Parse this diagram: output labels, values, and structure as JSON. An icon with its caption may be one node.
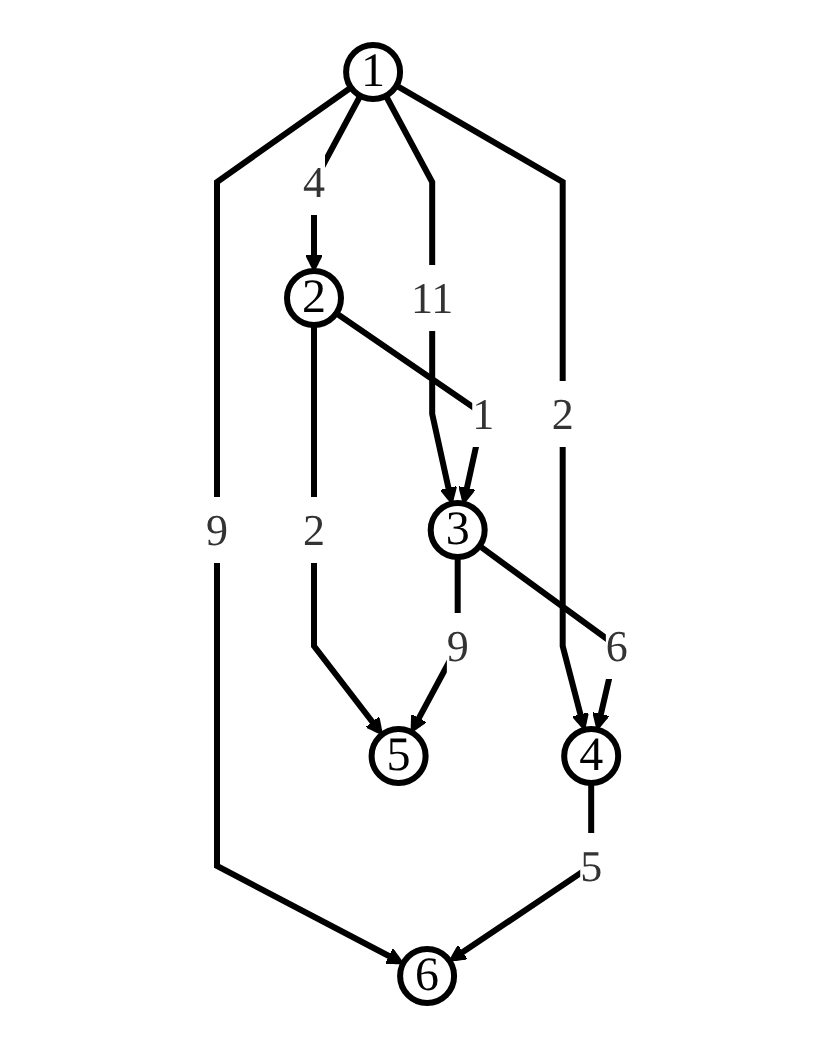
{
  "diagram": {
    "nodes": [
      {
        "text": [
          "6"
        ]
      },
      {
        "text": [
          "1"
        ]
      },
      {
        "text": [
          "4"
        ]
      },
      {
        "text": [
          "2"
        ]
      },
      {
        "text": [
          "3"
        ]
      },
      {
        "text": [
          "5"
        ]
      }
    ],
    "edges": [
      {
        "from": 1,
        "to": 0,
        "arrow": "to",
        "label": "9"
      },
      {
        "from": 1,
        "to": 2,
        "arrow": "to",
        "label": "2"
      },
      {
        "from": 1,
        "to": 3,
        "arrow": "to",
        "label": "4"
      },
      {
        "from": 1,
        "to": 4,
        "arrow": "to",
        "label": "11"
      },
      {
        "from": 3,
        "to": 4,
        "arrow": "to",
        "label": "1"
      },
      {
        "from": 3,
        "to": 5,
        "arrow": "to",
        "label": "2"
      },
      {
        "from": 4,
        "to": 5,
        "arrow": "to",
        "label": "9"
      },
      {
        "from": 4,
        "to": 2,
        "arrow": "to",
        "label": "6"
      },
      {
        "from": 2,
        "to": 0,
        "arrow": "to",
        "label": "5"
      }
    ]
  }
}
